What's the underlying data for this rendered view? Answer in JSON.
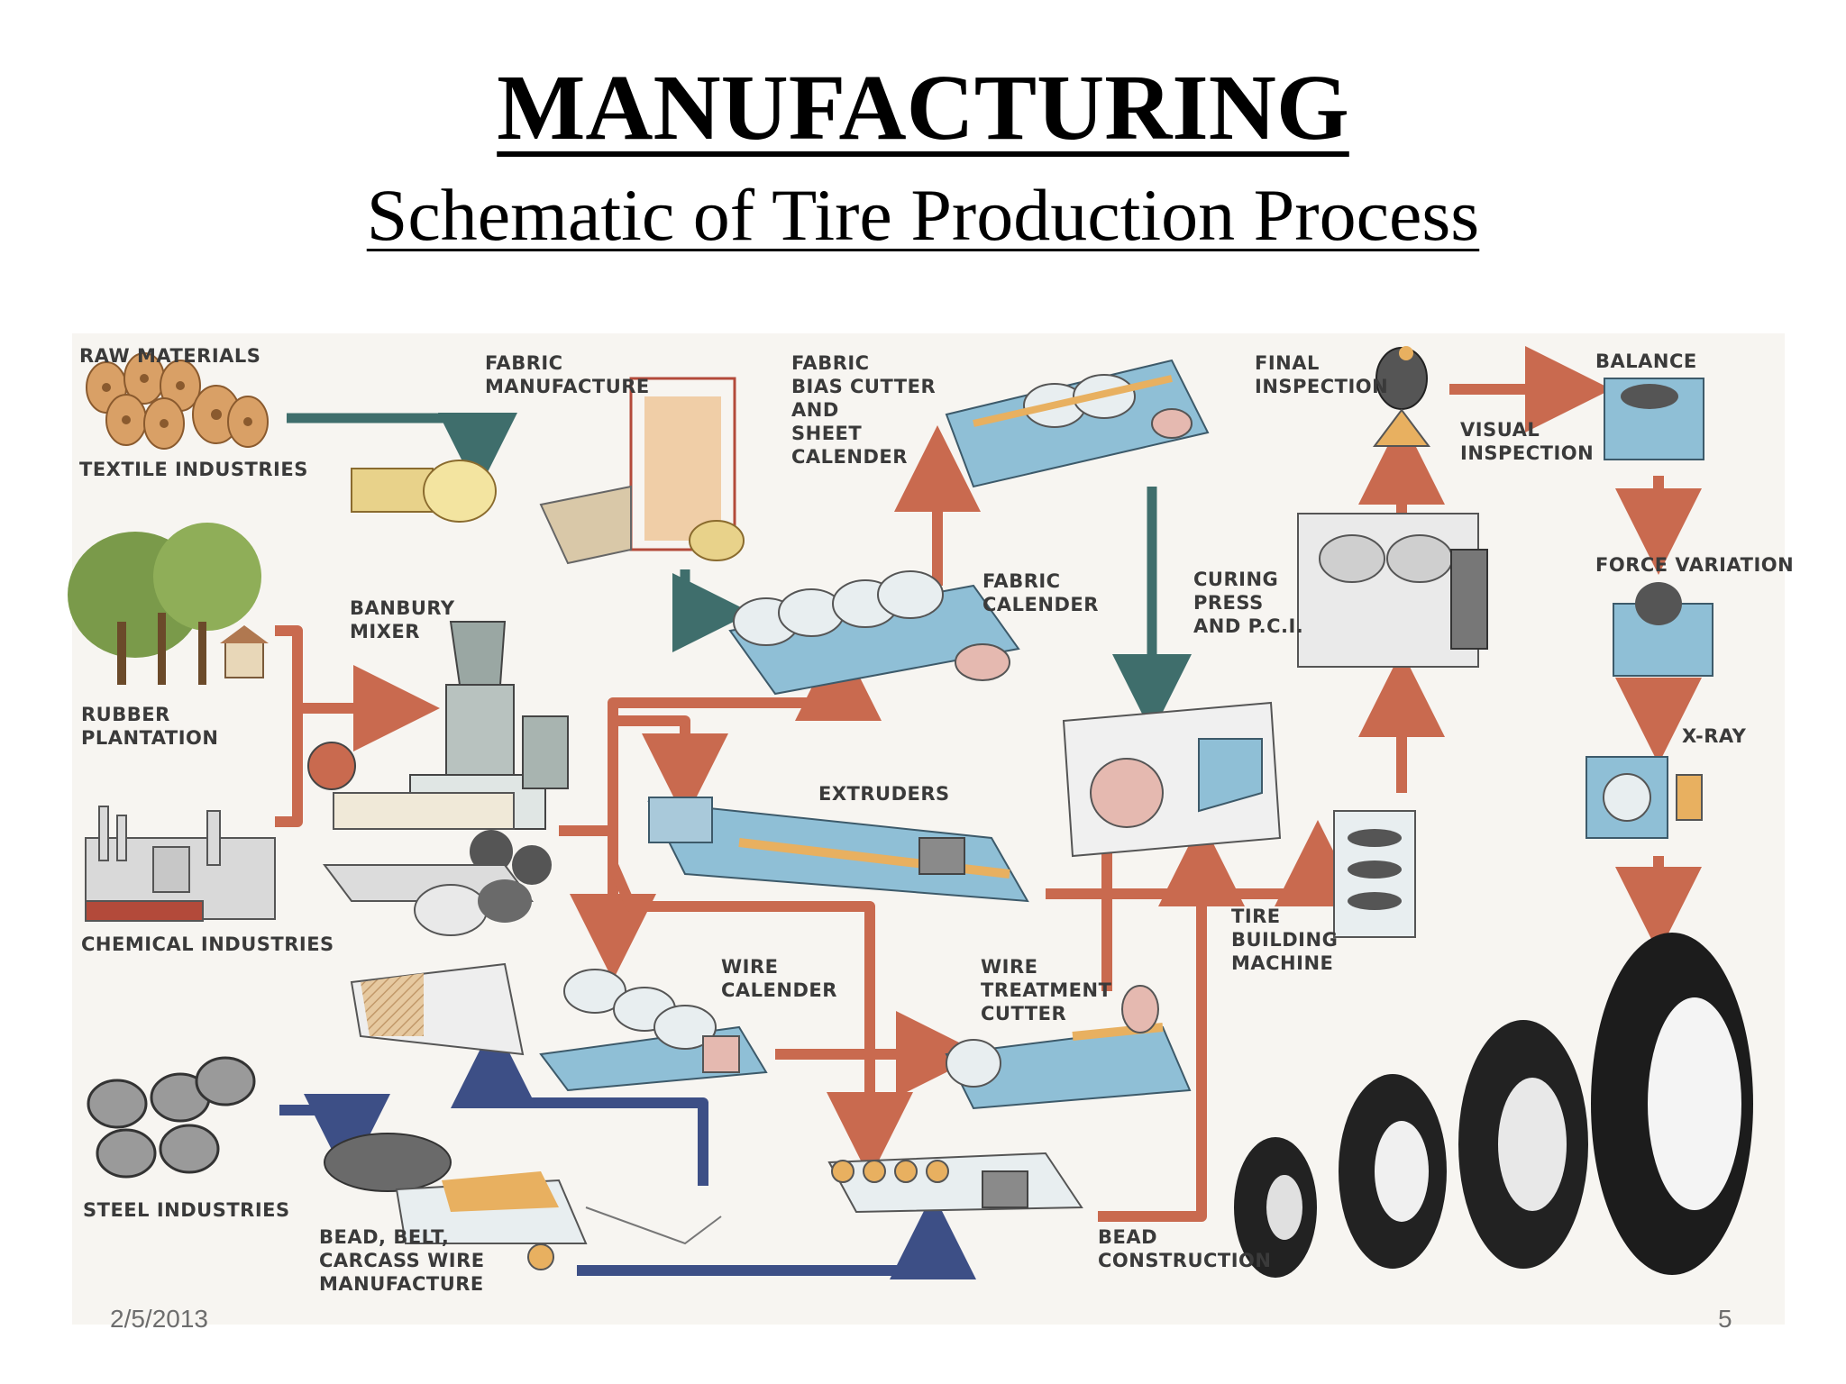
{
  "slide": {
    "title": "MANUFACTURING",
    "subtitle": "Schematic of Tire Production Process",
    "date": "2/5/2013",
    "page_number": "5"
  },
  "colors": {
    "rubber_flow": "#c96a4f",
    "fabric_flow": "#3f6e6c",
    "wire_flow": "#3d4f86",
    "machine_blue": "#8fbfd6",
    "machine_orange": "#e8b060",
    "tire_black": "#222222"
  },
  "labels": {
    "raw_materials": "RAW MATERIALS",
    "textile_industries": "TEXTILE INDUSTRIES",
    "rubber_plantation_1": "RUBBER",
    "rubber_plantation_2": "PLANTATION",
    "chemical_industries": "CHEMICAL INDUSTRIES",
    "steel_industries": "STEEL INDUSTRIES",
    "fabric_manufacture_1": "FABRIC",
    "fabric_manufacture_2": "MANUFACTURE",
    "banbury_1": "BANBURY",
    "banbury_2": "MIXER",
    "bias_1": "FABRIC",
    "bias_2": "BIAS CUTTER",
    "bias_3": "AND",
    "bias_4": "SHEET",
    "bias_5": "CALENDER",
    "fabric_calender_1": "FABRIC",
    "fabric_calender_2": "CALENDER",
    "extruders": "EXTRUDERS",
    "wire_calender_1": "WIRE",
    "wire_calender_2": "CALENDER",
    "wire_treatment_1": "WIRE",
    "wire_treatment_2": "TREATMENT",
    "wire_treatment_3": "CUTTER",
    "bead_belt_1": "BEAD, BELT,",
    "bead_belt_2": "CARCASS WIRE",
    "bead_belt_3": "MANUFACTURE",
    "bead_construction_1": "BEAD",
    "bead_construction_2": "CONSTRUCTION",
    "tire_building_1": "TIRE",
    "tire_building_2": "BUILDING",
    "tire_building_3": "MACHINE",
    "curing_1": "CURING",
    "curing_2": "PRESS",
    "curing_3": "AND P.C.I.",
    "final_inspection_1": "FINAL",
    "final_inspection_2": "INSPECTION",
    "visual_inspection_1": "VISUAL",
    "visual_inspection_2": "INSPECTION",
    "balance": "BALANCE",
    "force_variation": "FORCE VARIATION",
    "xray": "X-RAY"
  }
}
